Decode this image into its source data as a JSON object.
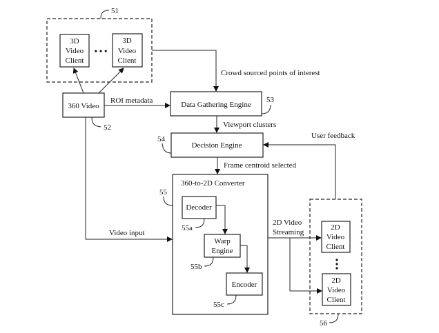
{
  "diagram": {
    "groups": {
      "clients_3d": {
        "ref": "51"
      },
      "clients_2d": {
        "ref": "56"
      }
    },
    "nodes": {
      "client3d_a": {
        "lines": [
          "3D",
          "Video",
          "Client"
        ]
      },
      "client3d_b": {
        "lines": [
          "3D",
          "Video",
          "Client"
        ]
      },
      "ellipsis_3d": "• • •",
      "video360": {
        "label": "360 Video",
        "ref": "52"
      },
      "data_gathering": {
        "label": "Data Gathering Engine",
        "ref": "53"
      },
      "decision": {
        "label": "Decision Engine",
        "ref": "54"
      },
      "converter": {
        "label": "360-to-2D Converter",
        "ref": "55"
      },
      "decoder": {
        "label": "Decoder",
        "ref": "55a"
      },
      "warp": {
        "lines": [
          "Warp",
          "Engine"
        ],
        "ref": "55b"
      },
      "encoder": {
        "label": "Encoder",
        "ref": "55c"
      },
      "client2d_a": {
        "lines": [
          "2D",
          "Video",
          "Client"
        ]
      },
      "client2d_b": {
        "lines": [
          "2D",
          "Video",
          "Client"
        ]
      }
    },
    "edges": {
      "crowd": "Crowd sourced points of interest",
      "roi": "ROI metadata",
      "viewport": "Viewport clusters",
      "feedback": "User feedback",
      "centroid": "Frame centroid selected",
      "video_input": "Video input",
      "streaming": [
        "2D Video",
        "Streaming"
      ]
    }
  }
}
